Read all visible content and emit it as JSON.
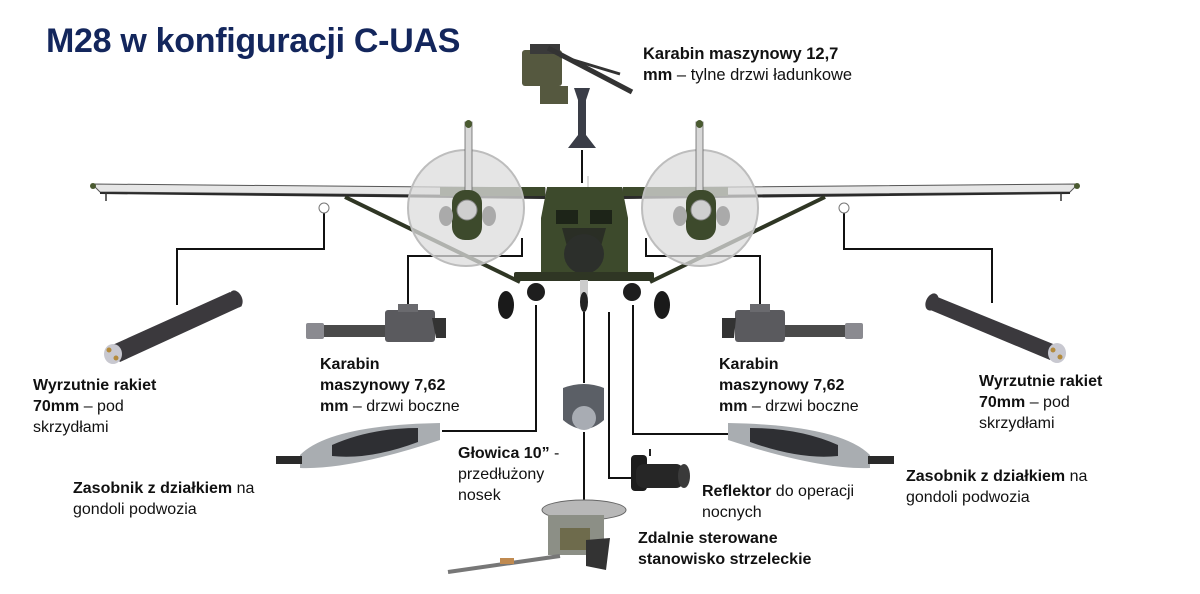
{
  "title": "M28 w konfiguracji C-UAS",
  "colors": {
    "title": "#13265c",
    "airframe": "#3d4a2c",
    "airframe_dark": "#2a331e",
    "wing": "#d9d9d9",
    "prop_disc": "#dcdcdc",
    "connector": "#111111",
    "rocket_pod": "#3b393d",
    "gun_pod": "#a9adb1"
  },
  "labels": {
    "hmg_rear": {
      "bold": "Karabin maszynowy 12,7",
      "bold2": "mm",
      "rest": " – tylne drzwi ładunkowe",
      "icon": "heavy-machine-gun-icon"
    },
    "rockets_left": {
      "bold": "Wyrzutnie rakiet",
      "bold2": "70mm",
      "rest": " – pod",
      "line3": "skrzydłami",
      "icon": "rocket-launcher-icon"
    },
    "rockets_right": {
      "bold": "Wyrzutnie rakiet",
      "bold2": "70mm",
      "rest": " – pod",
      "line3": "skrzydłami",
      "icon": "rocket-launcher-icon"
    },
    "mg_left": {
      "bold": "Karabin",
      "bold1b": "maszynowy 7,62",
      "bold2": "mm",
      "rest": " – drzwi boczne",
      "icon": "minigun-icon"
    },
    "mg_right": {
      "bold": "Karabin",
      "bold1b": "maszynowy 7,62",
      "bold2": "mm",
      "rest": " – drzwi boczne",
      "icon": "minigun-icon"
    },
    "gunpod_left": {
      "bold": "Zasobnik z działkiem",
      "rest": " na",
      "line2": "gondoli podwozia",
      "icon": "gun-pod-icon"
    },
    "gunpod_right": {
      "bold": "Zasobnik z działkiem",
      "rest": " na",
      "line2": "gondoli podwozia",
      "icon": "gun-pod-icon"
    },
    "turret": {
      "bold": "Głowica 10”",
      "rest": " -",
      "line2": "przedłużony",
      "line3": "nosek",
      "icon": "sensor-turret-icon"
    },
    "searchlight": {
      "bold": "Reflektor",
      "rest": " do operacji",
      "line2": "nocnych",
      "icon": "searchlight-icon"
    },
    "rcws": {
      "bold": "Zdalnie sterowane",
      "bold2": "stanowisko strzeleckie",
      "icon": "remote-weapon-station-icon"
    }
  }
}
